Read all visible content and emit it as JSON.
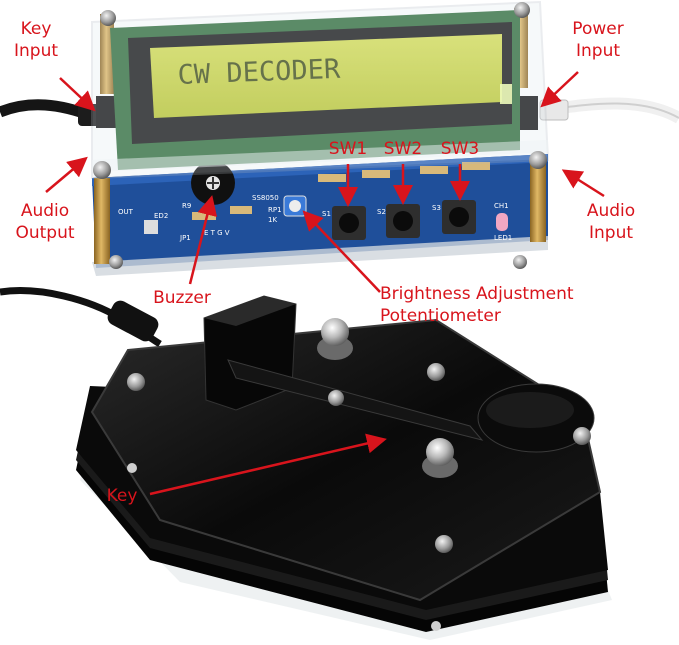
{
  "lcd": {
    "text": "CW DECODER"
  },
  "labels": {
    "key_input": [
      "Key",
      "Input"
    ],
    "power_input": [
      "Power",
      "Input"
    ],
    "audio_output": [
      "Audio",
      "Output"
    ],
    "audio_input": [
      "Audio",
      "Input"
    ],
    "sw1": "SW1",
    "sw2": "SW2",
    "sw3": "SW3",
    "buzzer": "Buzzer",
    "potentiometer": [
      "Brightness Adjustment",
      "Potentiometer"
    ],
    "key": "Key"
  },
  "pcb_markings": {
    "r9": "R9",
    "ed2": "ED2",
    "jp1": "JP1",
    "gtgv": "E T G V",
    "rp1": "RP1",
    "k1": "1K",
    "ss8050": "SS8050",
    "led1": "LED1",
    "s1": "S1",
    "s2": "S2",
    "s3": "S3",
    "out": "OUT",
    "ch1": "CH1"
  },
  "colors": {
    "annotation": "#d8141c",
    "lcd_green": "#c6d23a",
    "lcd_text": "#3d4a14",
    "pcb_blue": "#1f4f9a",
    "acrylic_black": "#0d0d0d",
    "brass": "#b68a3c"
  }
}
